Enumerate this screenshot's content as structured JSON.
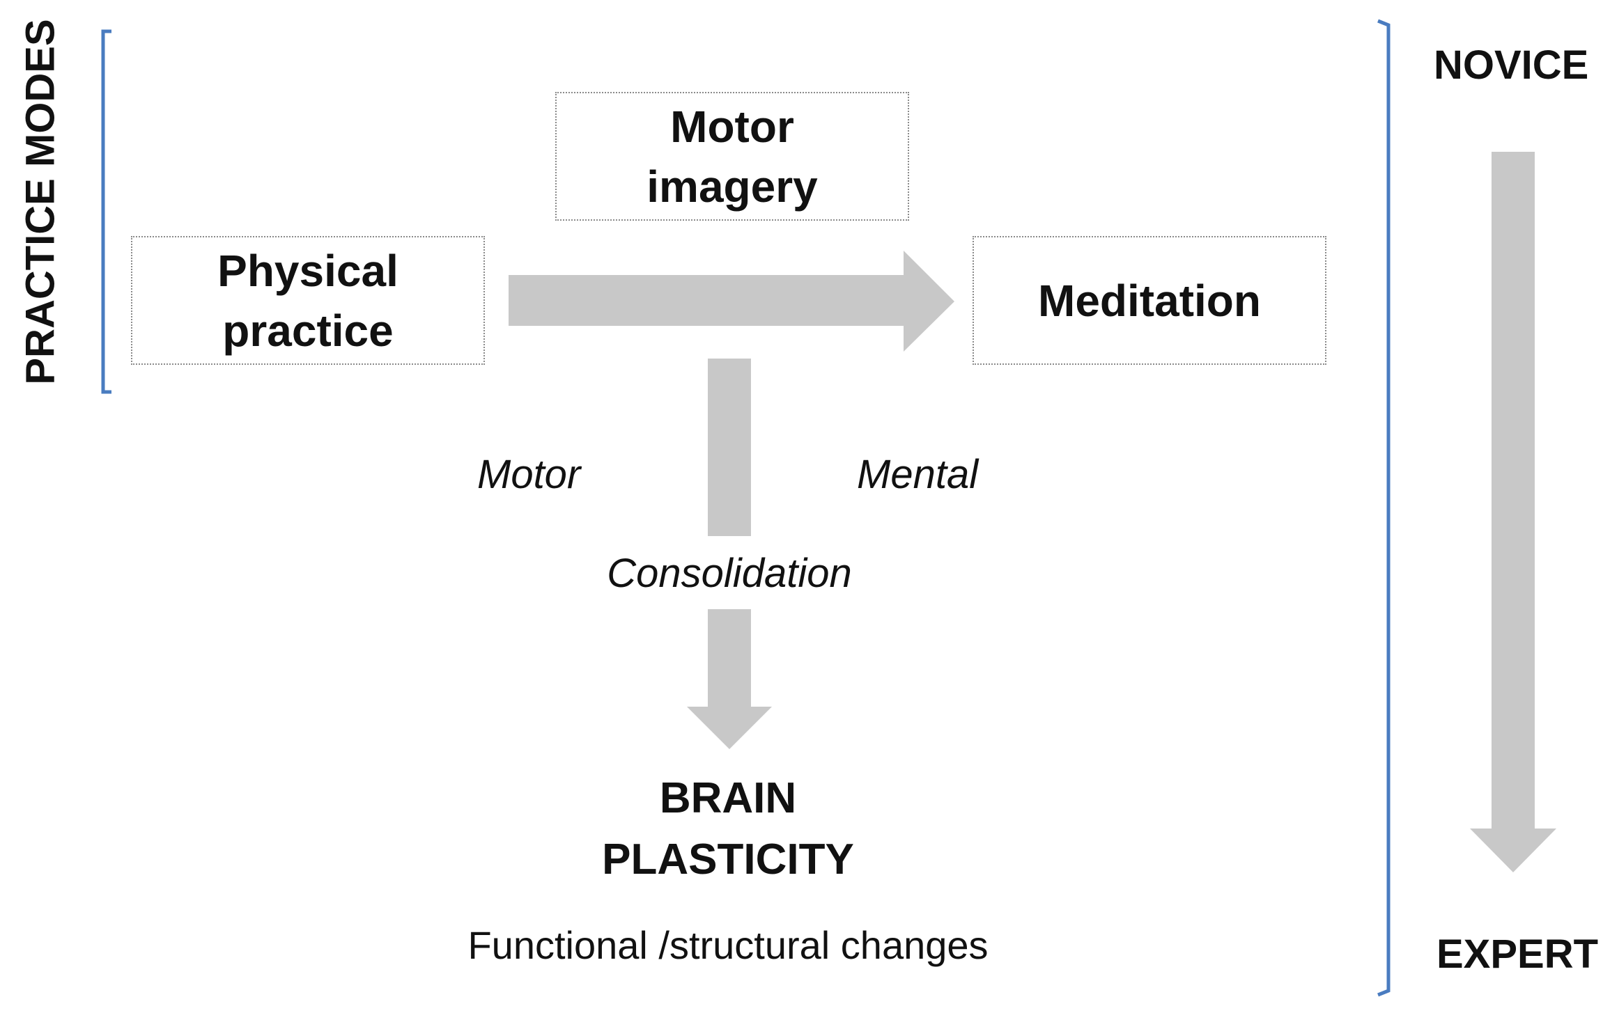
{
  "left_label": "PRACTICE MODES",
  "boxes": {
    "physical_practice": "Physical\npractice",
    "motor_imagery": "Motor\nimagery",
    "meditation": "Meditation"
  },
  "flow_labels": {
    "motor": "Motor",
    "mental": "Mental",
    "consolidation": "Consolidation"
  },
  "outcome": {
    "title_line1": "BRAIN",
    "title_line2": "PLASTICITY",
    "subtitle": "Functional /structural changes"
  },
  "expertise": {
    "top": "NOVICE",
    "bottom": "EXPERT"
  },
  "colors": {
    "arrow": "#c8c8c8",
    "bracket": "#4a7cc0",
    "box_border": "#8a8a8a",
    "text": "#111111"
  }
}
